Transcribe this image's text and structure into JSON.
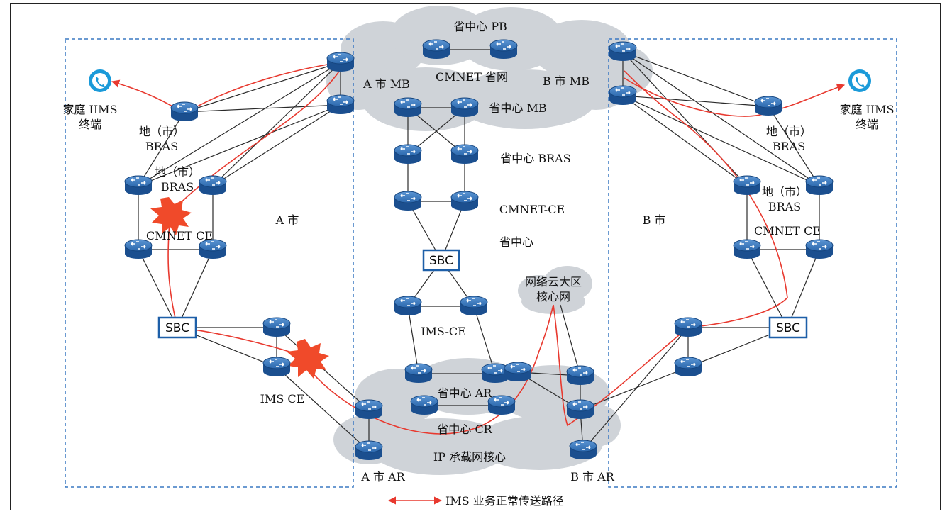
{
  "colors": {
    "router_dark": "#1b4f8f",
    "router_light": "#4a86c8",
    "cloud": "#cfd3d8",
    "path": "#e8392f",
    "region_border": "#3a78c2",
    "burst": "#f04a2a"
  },
  "labels": {
    "province_pb": "省中心 PB",
    "cmnet_province": "CMNET 省网",
    "a_city_mb": "A 市 MB",
    "b_city_mb": "B 市 MB",
    "province_mb": "省中心 MB",
    "province_bras": "省中心 BRAS",
    "cmnet_ce_center": "CMNET-CE",
    "province_center": "省中心",
    "sbc": "SBC",
    "network_cloud_line1": "网络云大区",
    "network_cloud_line2": "核心网",
    "ims_ce_center": "IMS-CE",
    "province_ar": "省中心 AR",
    "province_cr": "省中心 CR",
    "ip_core": "IP 承载网核心",
    "a_city_ar": "A 市 AR",
    "b_city_ar": "B 市 AR",
    "a_city": "A 市",
    "b_city": "B 市",
    "home_terminal_line1": "家庭 IIMS",
    "home_terminal_line2": "终端",
    "bras_line1": "地（市）",
    "bras_line2": "BRAS",
    "cmnet_ce": "CMNET CE",
    "ims_ce": "IMS CE",
    "legend": "IMS 业务正常传送路径"
  }
}
